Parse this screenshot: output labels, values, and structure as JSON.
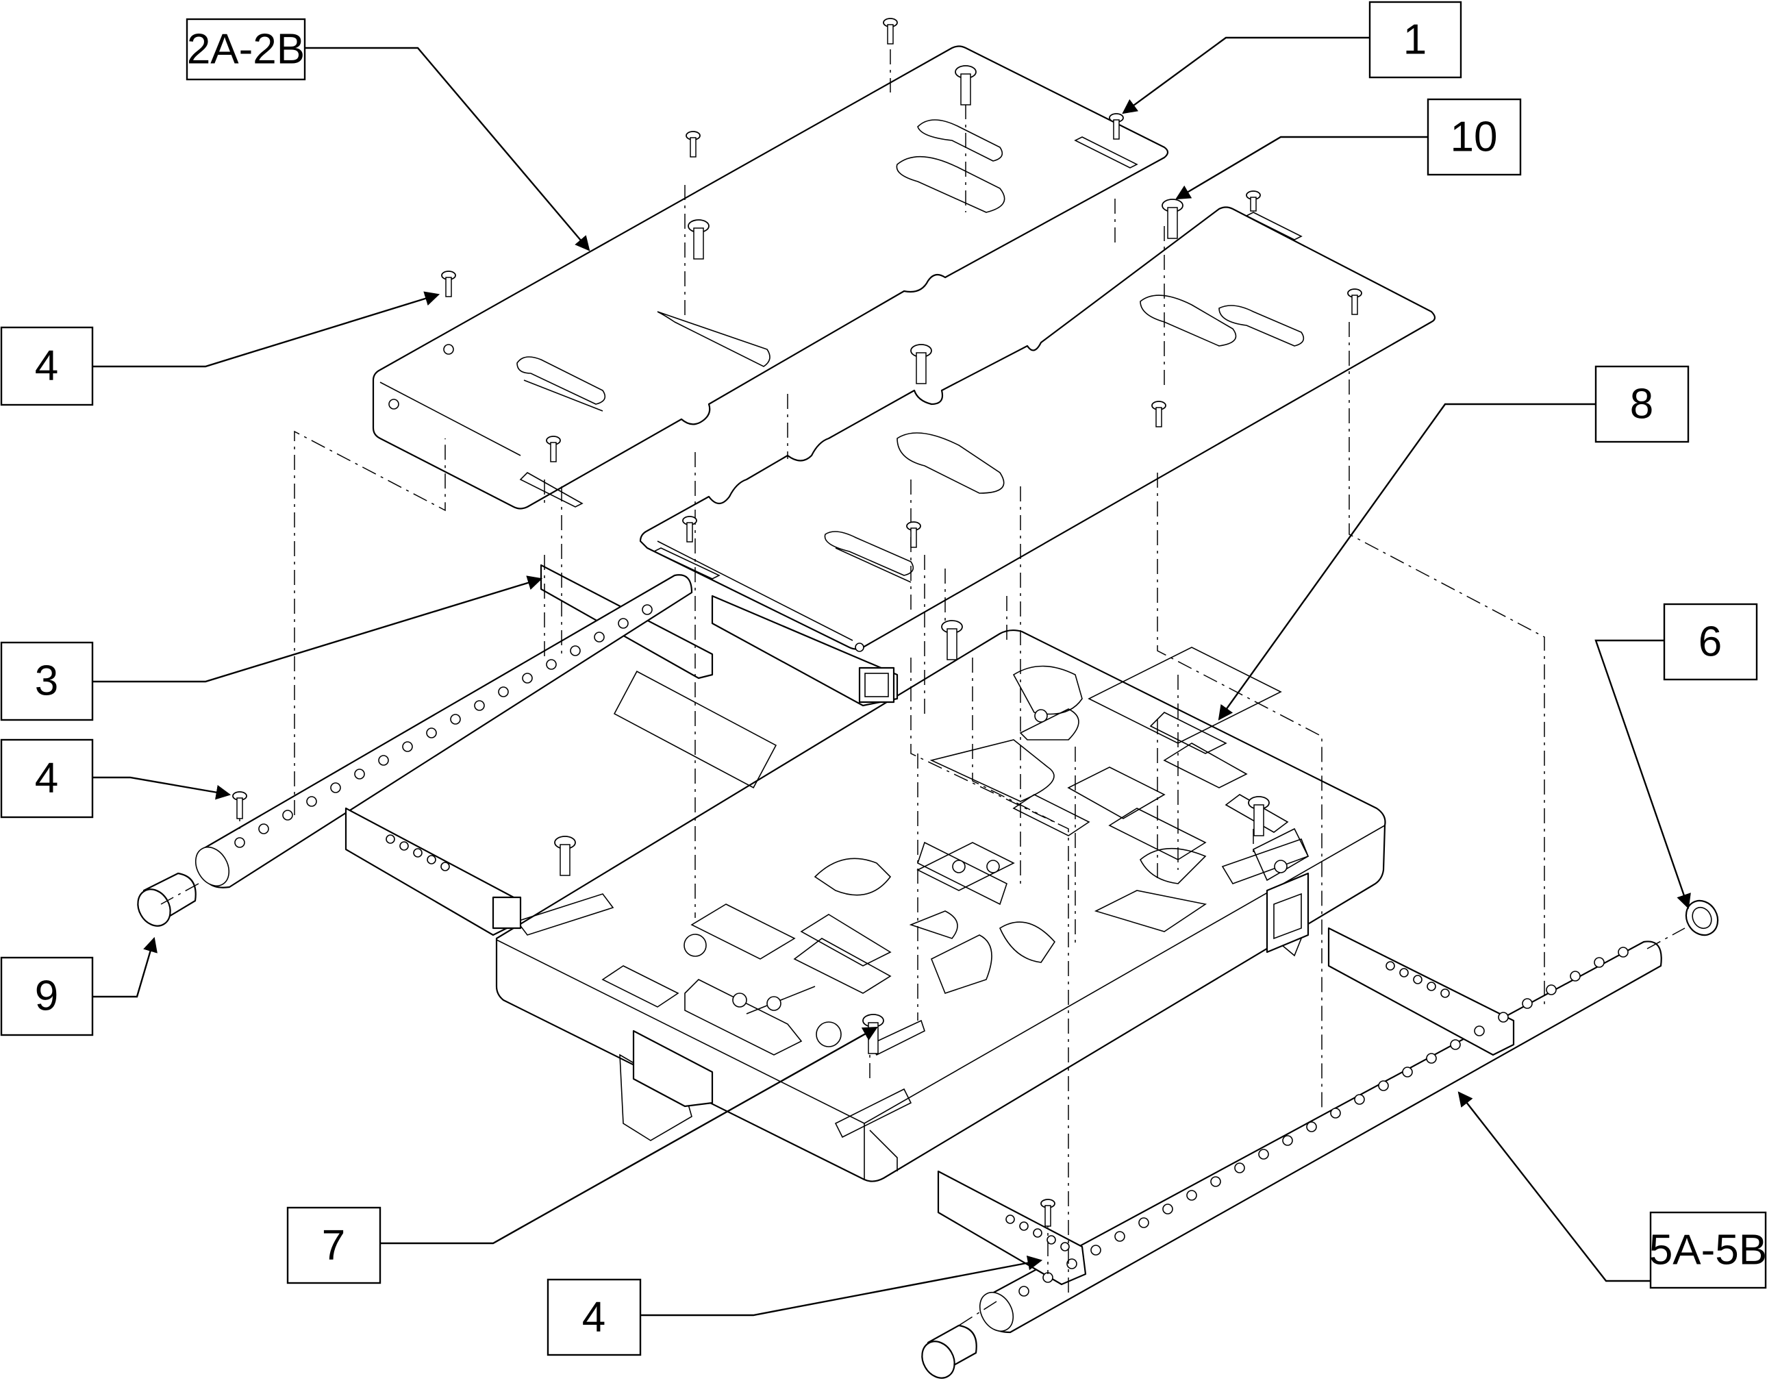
{
  "callouts": [
    {
      "id": "1",
      "text": "1"
    },
    {
      "id": "2a-2b",
      "text": "2A-2B"
    },
    {
      "id": "10",
      "text": "10"
    },
    {
      "id": "4-top",
      "text": "4"
    },
    {
      "id": "8",
      "text": "8"
    },
    {
      "id": "3",
      "text": "3"
    },
    {
      "id": "4-mid",
      "text": "4"
    },
    {
      "id": "6",
      "text": "6"
    },
    {
      "id": "9",
      "text": "9"
    },
    {
      "id": "7",
      "text": "7"
    },
    {
      "id": "4-bottom",
      "text": "4"
    },
    {
      "id": "5a-5b",
      "text": "5A-5B"
    }
  ]
}
